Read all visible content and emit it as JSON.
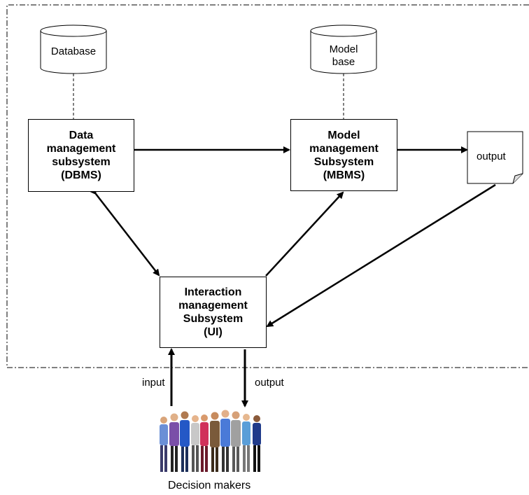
{
  "diagram": {
    "database_label": "Database",
    "model_base_label": [
      "Model",
      "base"
    ],
    "dbms": [
      "Data",
      "management",
      "subsystem",
      "(DBMS)"
    ],
    "mbms": [
      "Model",
      "management",
      "Subsystem",
      "(MBMS)"
    ],
    "ui": [
      "Interaction",
      "management",
      "Subsystem",
      "(UI)"
    ],
    "output_doc_label": "output",
    "input_arrow_label": "input",
    "output_arrow_label": "output",
    "decision_makers_label": "Decision makers"
  }
}
